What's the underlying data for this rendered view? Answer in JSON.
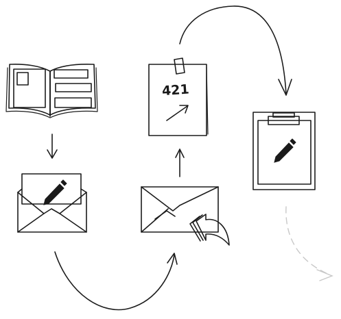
{
  "note": {
    "text": "421"
  },
  "nodes": [
    {
      "id": "book",
      "icon": "open-book-icon"
    },
    {
      "id": "envelope-letter",
      "icon": "envelope-with-letter-icon"
    },
    {
      "id": "envelope-reply",
      "icon": "envelope-reply-icon"
    },
    {
      "id": "note",
      "icon": "pinned-note-icon"
    },
    {
      "id": "clipboard",
      "icon": "clipboard-pencil-icon"
    }
  ],
  "colors": {
    "ink": "#1c1c1c",
    "faded": "#c8c8c8",
    "background": "#ffffff"
  }
}
